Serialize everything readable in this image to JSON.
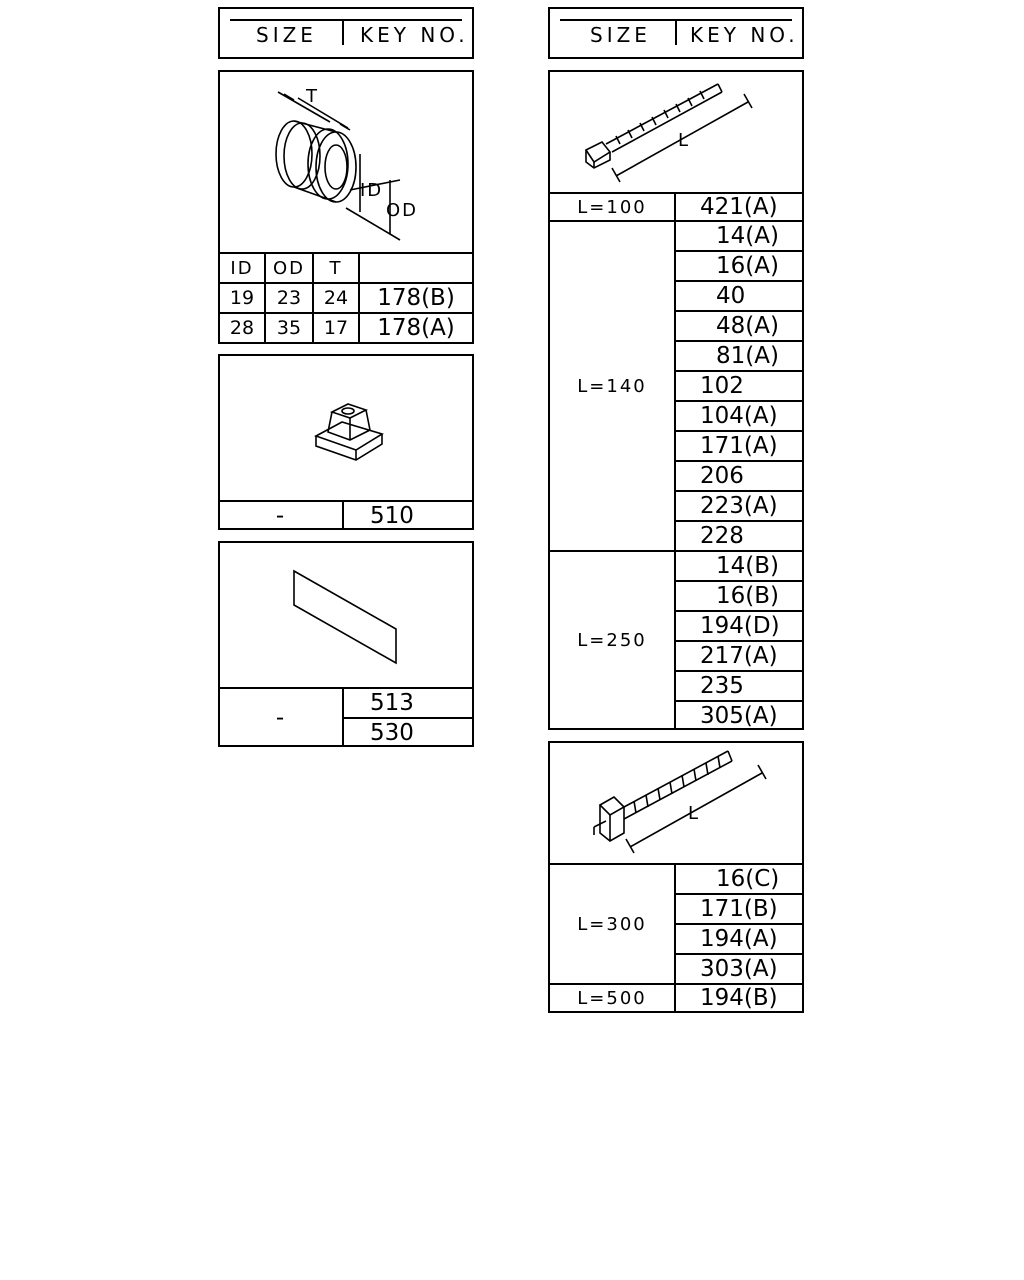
{
  "header": {
    "size_label": "SIZE",
    "key_label": "KEY NO."
  },
  "grommet": {
    "dim_labels": {
      "t": "T",
      "id": "ID",
      "od": "OD"
    },
    "columns": [
      "ID",
      "OD",
      "T",
      ""
    ],
    "rows": [
      {
        "id": "19",
        "od": "23",
        "t": "24",
        "key": "178(B)"
      },
      {
        "id": "28",
        "od": "35",
        "t": "17",
        "key": "178(A)"
      }
    ]
  },
  "clip": {
    "size": "-",
    "key": "510"
  },
  "pad": {
    "size": "-",
    "keys": [
      "513",
      "530"
    ]
  },
  "tie_a": {
    "dim_label": "L",
    "groups": [
      {
        "size": "L=100",
        "keys": [
          "421(A)"
        ]
      },
      {
        "size": "L=140",
        "keys": [
          "14(A)",
          "16(A)",
          "40",
          "48(A)",
          "81(A)",
          "102",
          "104(A)",
          "171(A)",
          "206",
          "223(A)",
          "228"
        ]
      },
      {
        "size": "L=250",
        "keys": [
          "14(B)",
          "16(B)",
          "194(D)",
          "217(A)",
          "235",
          "305(A)"
        ]
      }
    ]
  },
  "tie_b": {
    "dim_label": "L",
    "groups": [
      {
        "size": "L=300",
        "keys": [
          "16(C)",
          "171(B)",
          "194(A)",
          "303(A)"
        ]
      },
      {
        "size": "L=500",
        "keys": [
          "194(B)"
        ]
      }
    ]
  }
}
